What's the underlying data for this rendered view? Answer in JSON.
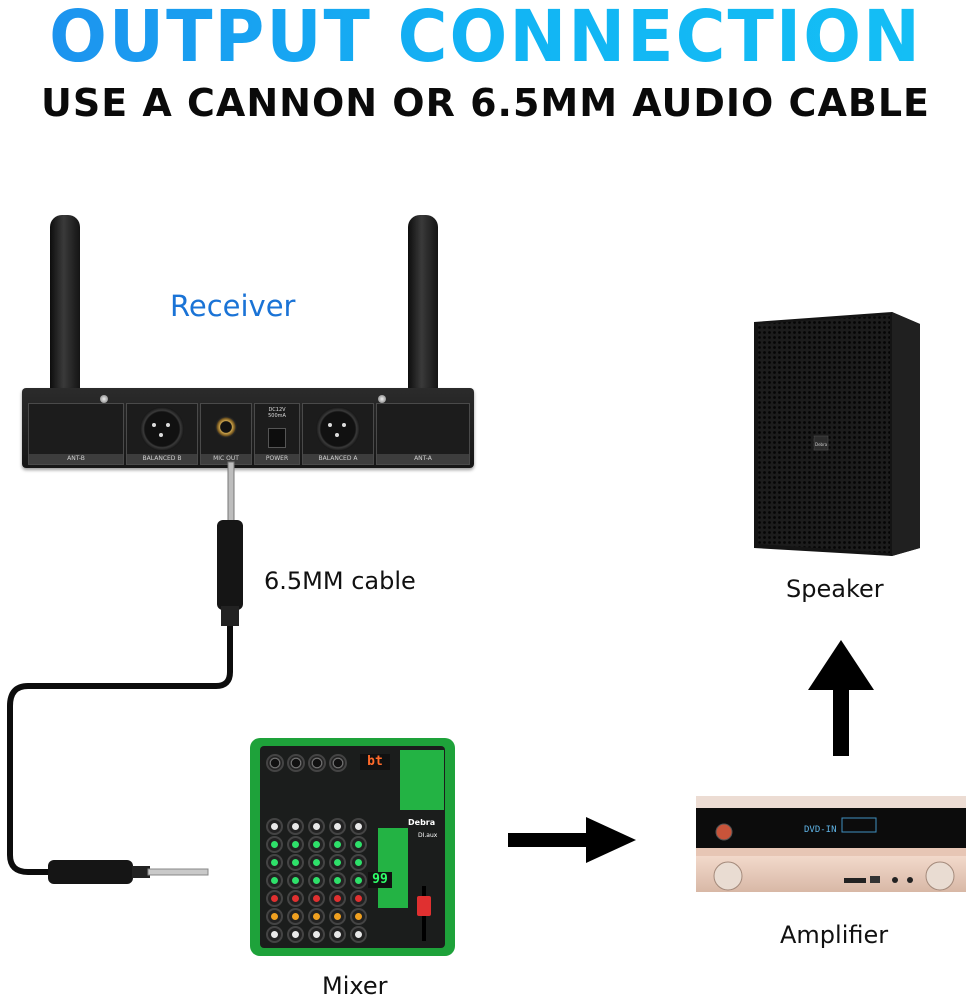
{
  "header": {
    "title": "OUTPUT CONNECTION",
    "subtitle": "USE A CANNON OR 6.5MM AUDIO CABLE",
    "title_gradient": [
      "#1e90ee",
      "#14bff5"
    ]
  },
  "devices": {
    "receiver": {
      "label": "Receiver",
      "label_color": "#1a73d6",
      "panels": [
        "ANT-B",
        "BALANCED B",
        "MIC OUT",
        "POWER",
        "BALANCED A",
        "ANT-A"
      ],
      "power_spec": [
        "DC12V",
        "500mA"
      ]
    },
    "cable": {
      "label": "6.5MM cable"
    },
    "mixer": {
      "label": "Mixer",
      "brand": "Debra",
      "model": "DI.aux",
      "display_top": "bt",
      "display_mid": "99",
      "accent": "#1ea23a"
    },
    "amplifier": {
      "label": "Amplifier",
      "display": "DVD-IN"
    },
    "speaker": {
      "label": "Speaker",
      "badge": "Debra"
    }
  },
  "flow": [
    {
      "from": "receiver",
      "to": "mixer",
      "via": "6.5MM cable"
    },
    {
      "from": "mixer",
      "to": "amplifier",
      "icon": "arrow-right-icon"
    },
    {
      "from": "amplifier",
      "to": "speaker",
      "icon": "arrow-up-icon"
    }
  ]
}
